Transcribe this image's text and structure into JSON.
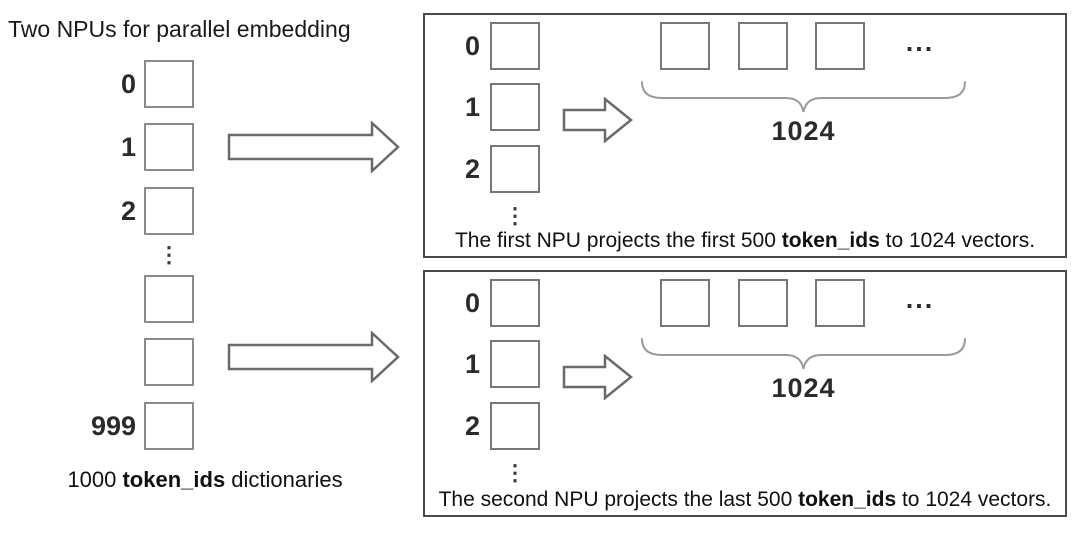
{
  "title": "Two NPUs for parallel embedding",
  "colors": {
    "background": "#ffffff",
    "box_border": "#8a8a8a",
    "panel_border": "#4a4a4a",
    "arrow_stroke": "#6a6a6a",
    "brace_stroke": "#9a9a9a",
    "text": "#1a1a1a"
  },
  "left_column": {
    "labels": [
      "0",
      "1",
      "2"
    ],
    "ellipsis": "⋮",
    "last_label": "999",
    "caption": {
      "prefix": "1000 ",
      "bold": "token_ids",
      "suffix": " dictionaries"
    }
  },
  "panels": [
    {
      "ids": [
        "0",
        "1",
        "2"
      ],
      "column_ellipsis": "⋮",
      "row_ellipsis": "...",
      "brace_label": "1024",
      "caption": {
        "prefix": "The first NPU projects the first 500 ",
        "bold": "token_ids",
        "suffix": " to 1024 vectors."
      }
    },
    {
      "ids": [
        "0",
        "1",
        "2"
      ],
      "column_ellipsis": "⋮",
      "row_ellipsis": "...",
      "brace_label": "1024",
      "caption": {
        "prefix": "The second NPU projects the last 500 ",
        "bold": "token_ids",
        "suffix": " to 1024 vectors."
      }
    }
  ]
}
